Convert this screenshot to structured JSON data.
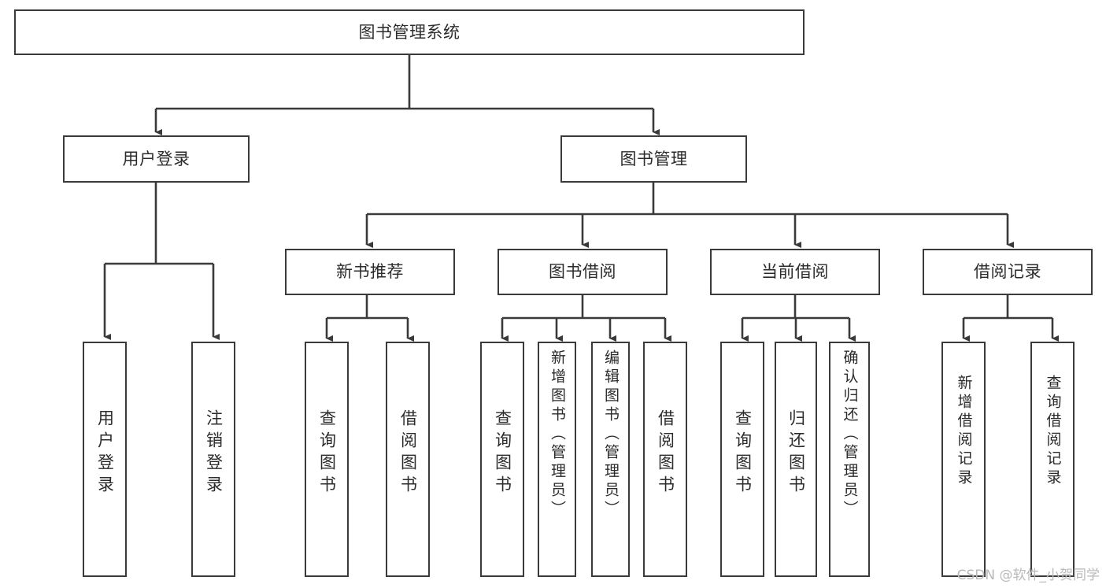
{
  "diagram": {
    "type": "tree",
    "title": "图书管理系统",
    "accent_color": "#3a3a3a",
    "text_color": "#2b2b2b",
    "background": "#ffffff",
    "nodes": {
      "root": {
        "label": "图书管理系统"
      },
      "level1": [
        {
          "id": "user-login",
          "label": "用户登录"
        },
        {
          "id": "book-manage",
          "label": "图书管理"
        }
      ],
      "level2": [
        {
          "id": "new-book-rec",
          "label": "新书推荐"
        },
        {
          "id": "book-borrow",
          "label": "图书借阅"
        },
        {
          "id": "current-borrow",
          "label": "当前借阅"
        },
        {
          "id": "borrow-record",
          "label": "借阅记录"
        }
      ],
      "leaves": [
        {
          "id": "leaf-user-login",
          "label": "用户登录",
          "parent": "user-login"
        },
        {
          "id": "leaf-logout",
          "label": "注销登录",
          "parent": "user-login"
        },
        {
          "id": "leaf-query-book-1",
          "label": "查询图书",
          "parent": "new-book-rec"
        },
        {
          "id": "leaf-borrow-book-1",
          "label": "借阅图书",
          "parent": "new-book-rec"
        },
        {
          "id": "leaf-query-book-2",
          "label": "查询图书",
          "parent": "book-borrow"
        },
        {
          "id": "leaf-add-book",
          "label": "新增图书（管理员）",
          "parent": "book-borrow"
        },
        {
          "id": "leaf-edit-book",
          "label": "编辑图书（管理员）",
          "parent": "book-borrow"
        },
        {
          "id": "leaf-borrow-book-2",
          "label": "借阅图书",
          "parent": "book-borrow"
        },
        {
          "id": "leaf-query-book-3",
          "label": "查询图书",
          "parent": "current-borrow"
        },
        {
          "id": "leaf-return-book",
          "label": "归还图书",
          "parent": "current-borrow"
        },
        {
          "id": "leaf-confirm-return",
          "label": "确认归还（管理员）",
          "parent": "current-borrow"
        },
        {
          "id": "leaf-add-record",
          "label": "新增借阅记录",
          "parent": "borrow-record"
        },
        {
          "id": "leaf-query-record",
          "label": "查询借阅记录",
          "parent": "borrow-record"
        }
      ]
    }
  },
  "watermark": {
    "text": "CSDN @软件_小贺同学"
  }
}
